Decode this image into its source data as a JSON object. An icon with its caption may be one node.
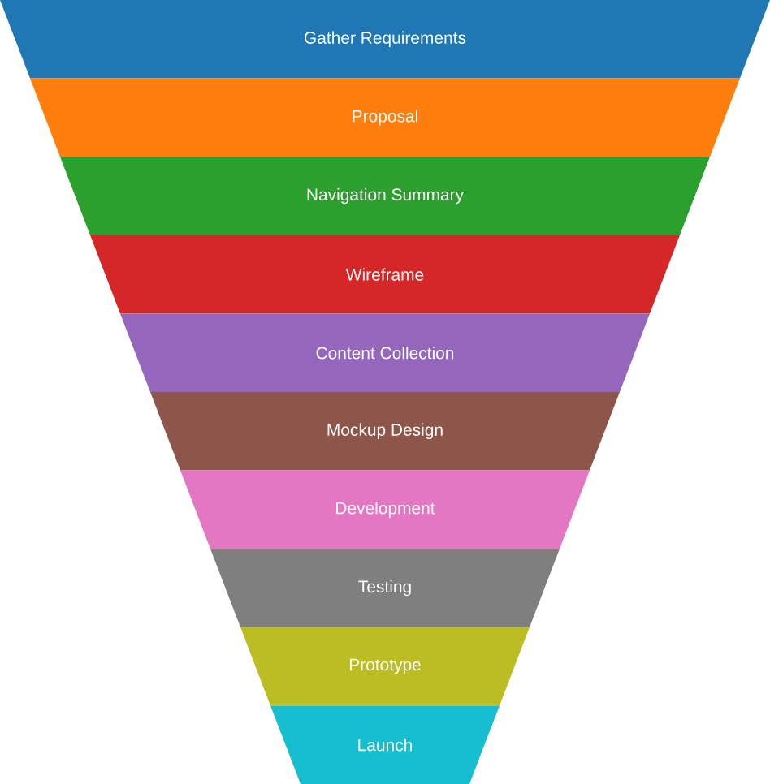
{
  "diagram": {
    "nodes": [
      {
        "text": [
          "Gather Requirements"
        ]
      },
      {
        "text": [
          "Proposal"
        ]
      },
      {
        "text": [
          "Navigation Summary"
        ]
      },
      {
        "text": [
          "Wireframe"
        ]
      },
      {
        "text": [
          "Content Collection"
        ]
      },
      {
        "text": [
          "Mockup Design"
        ]
      },
      {
        "text": [
          "Development"
        ]
      },
      {
        "text": [
          "Testing"
        ]
      },
      {
        "text": [
          "Prototype"
        ]
      },
      {
        "text": [
          "Launch"
        ]
      }
    ]
  }
}
